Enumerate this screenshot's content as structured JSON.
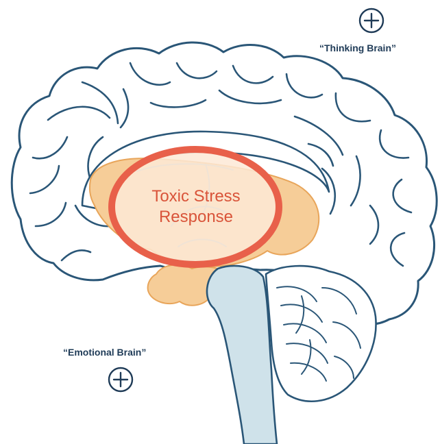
{
  "labels": {
    "thinking_brain": "“Thinking Brain”",
    "emotional_brain": "“Emotional Brain”"
  },
  "callout": {
    "line1": "Toxic Stress",
    "line2": "Response"
  },
  "icons": {
    "thinking": "plus-circle-icon",
    "emotional": "plus-circle-icon"
  },
  "colors": {
    "outline": "#2a5677",
    "limbic_fill": "#f6cd98",
    "limbic_stroke": "#e8a55a",
    "ring": "#e8604a",
    "ring_fill": "#fde9d6",
    "text_red": "#d9543a",
    "brainstem": "#cfe2ea",
    "label_navy": "#1f3b57"
  }
}
